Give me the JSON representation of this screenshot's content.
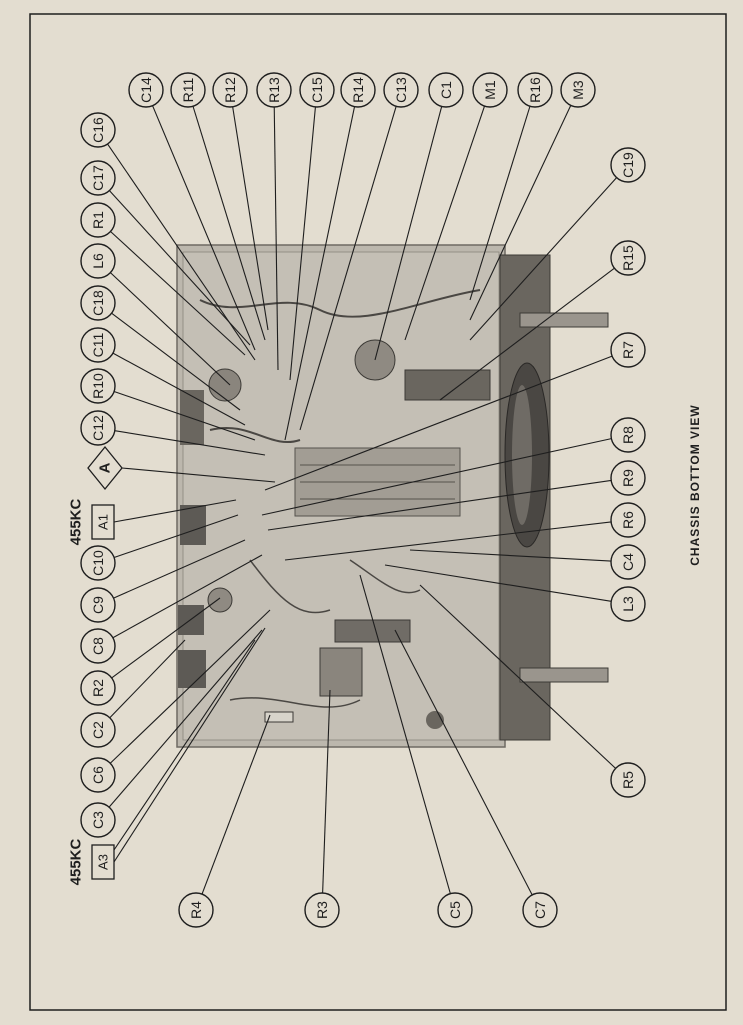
{
  "title": "CHASSIS BOTTOM VIEW",
  "colors": {
    "paper": "#e3ddd0",
    "ink": "#1e1e1e",
    "chassis": "#b9b4ab"
  },
  "labels": {
    "C14": "C14",
    "R11": "R11",
    "R12": "R12",
    "R13": "R13",
    "C15": "C15",
    "R14": "R14",
    "C13": "C13",
    "C1": "C1",
    "M1": "M1",
    "R16": "R16",
    "M3": "M3",
    "C16": "C16",
    "C17": "C17",
    "R1": "R1",
    "L6": "L6",
    "C18": "C18",
    "C11": "C11",
    "R10": "R10",
    "C12": "C12",
    "C10": "C10",
    "C9": "C9",
    "C8": "C8",
    "R2": "R2",
    "C2": "C2",
    "C6": "C6",
    "C3": "C3",
    "C19": "C19",
    "R15": "R15",
    "R7": "R7",
    "R8": "R8",
    "R9": "R9",
    "R6": "R6",
    "C4": "C4",
    "L3": "L3",
    "R5": "R5",
    "R4": "R4",
    "R3": "R3",
    "C5": "C5",
    "C7": "C7"
  },
  "boxed_labels": {
    "A1": "A1",
    "A3": "A3"
  },
  "diamond_label": "A",
  "freq_label_1": "455KC",
  "freq_label_2": "455KC"
}
